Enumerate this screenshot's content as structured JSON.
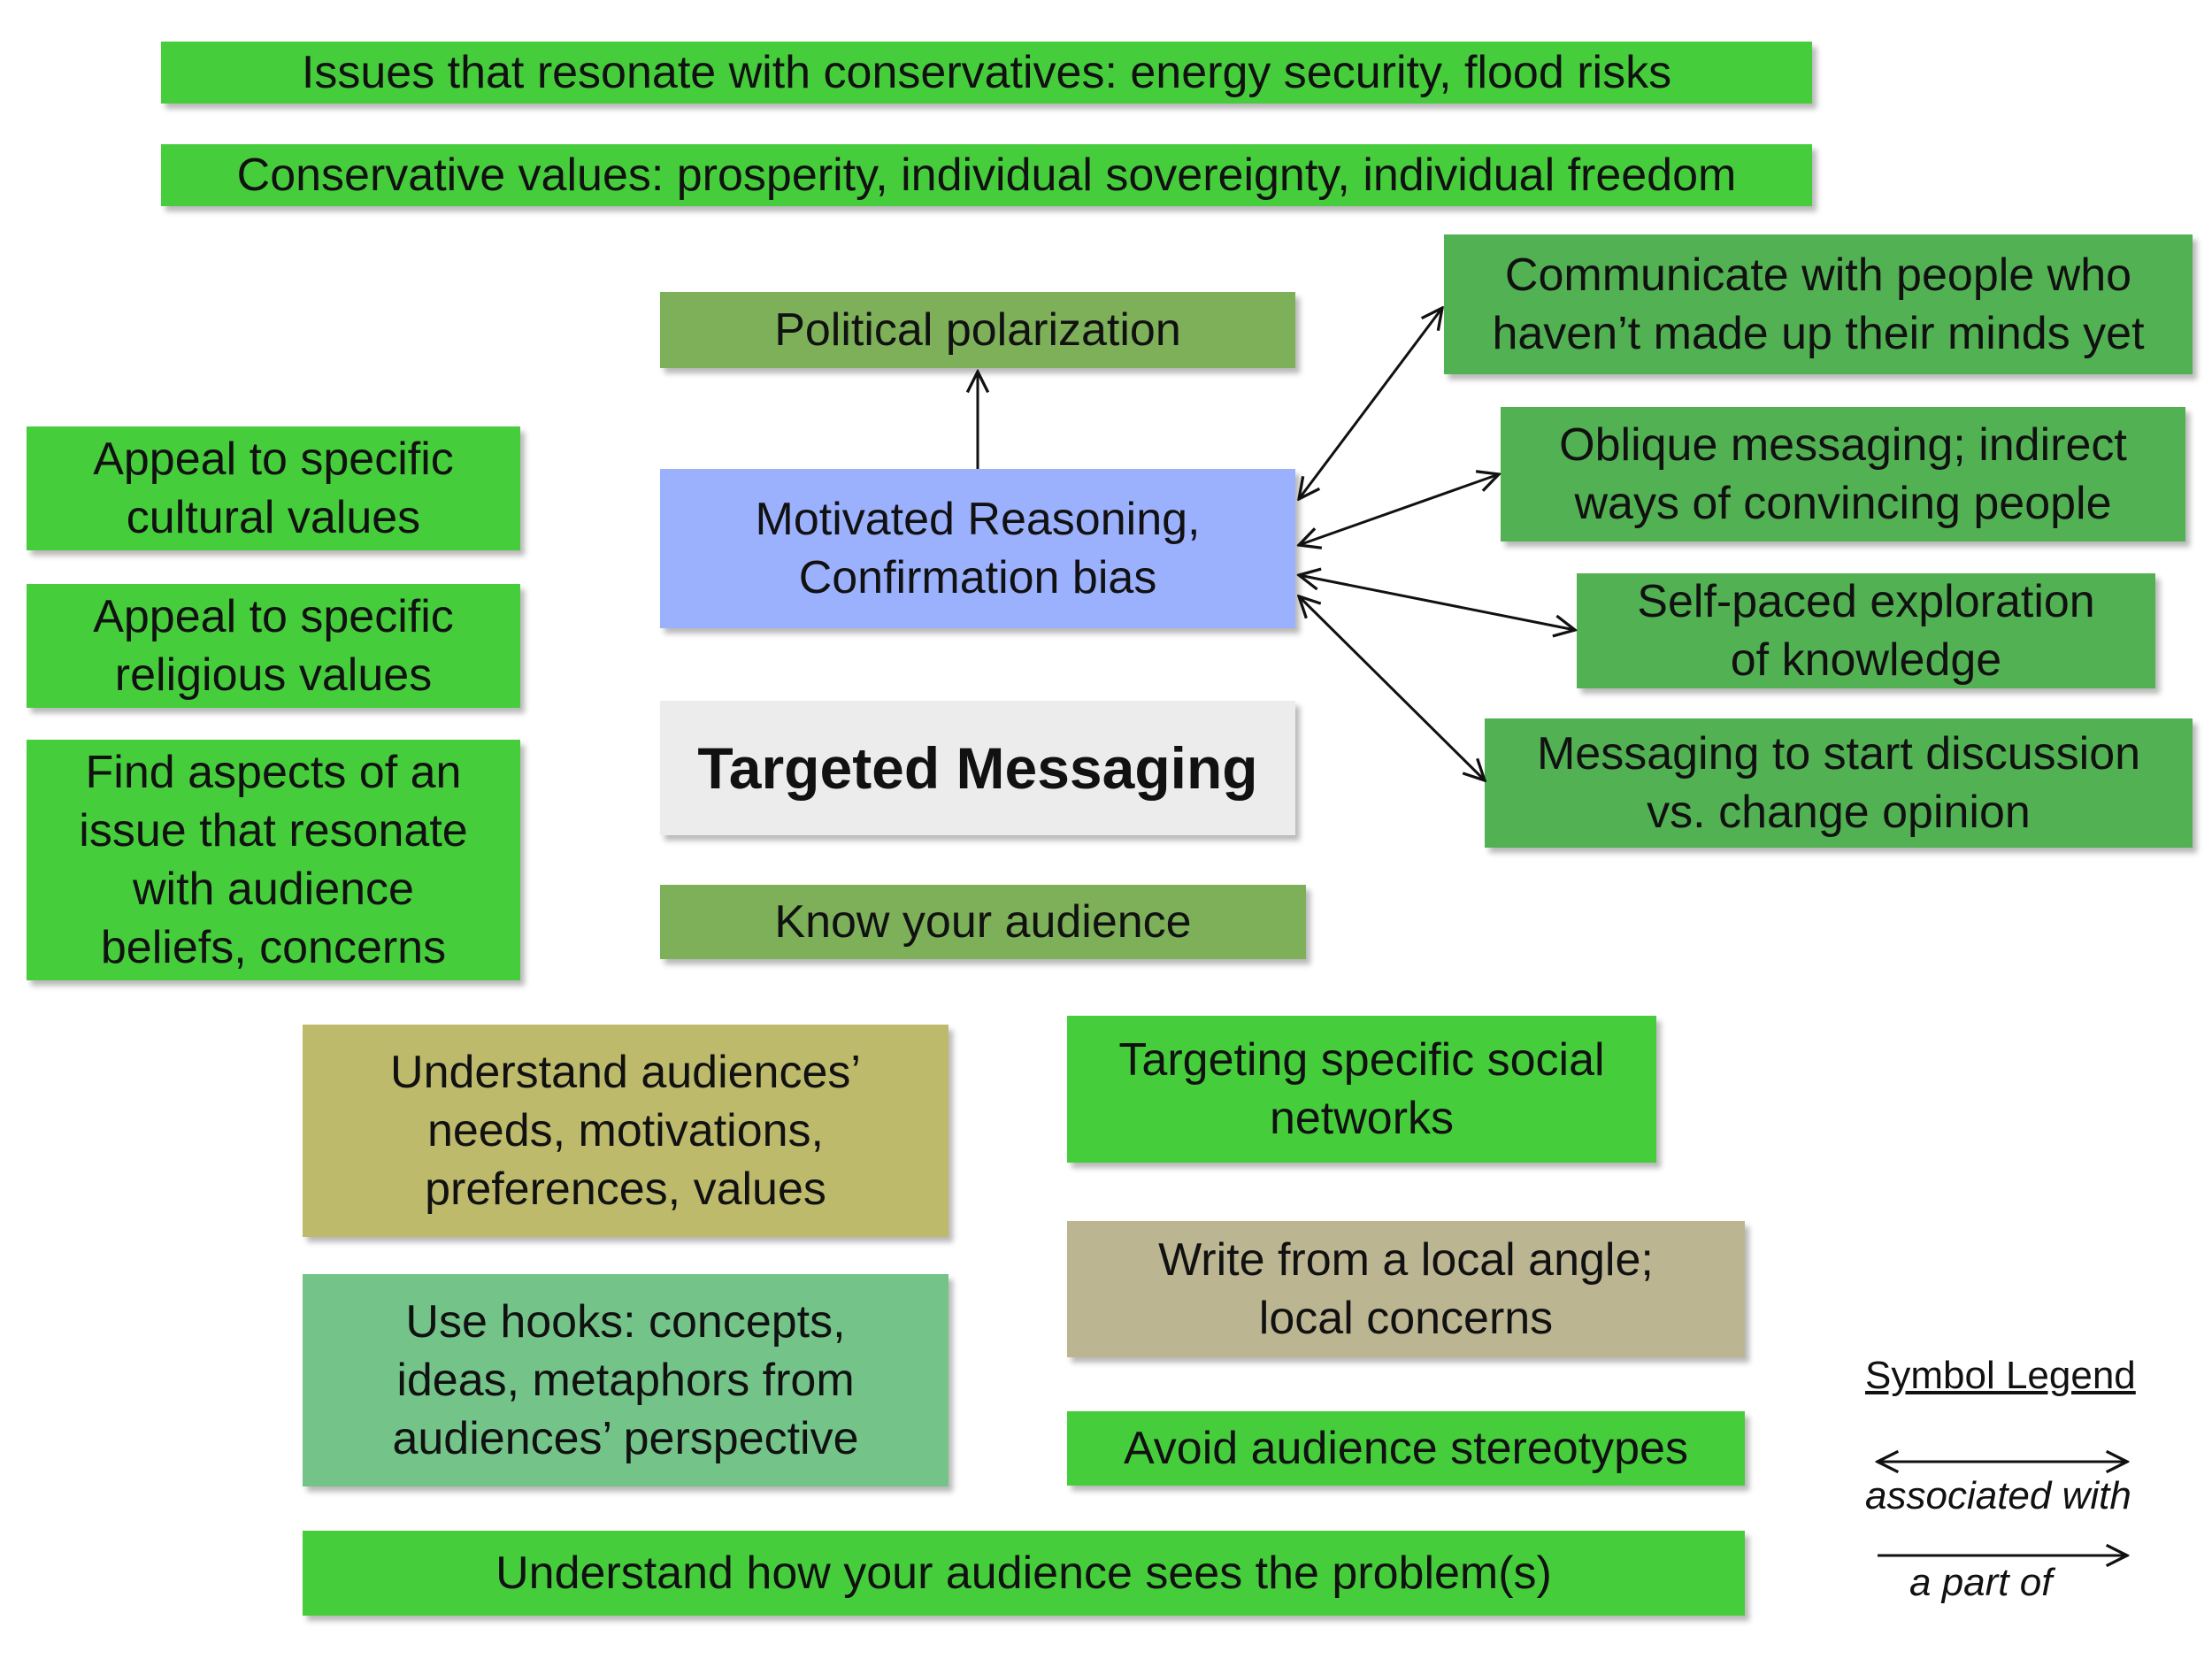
{
  "boxes": {
    "issues_conservatives": "Issues that resonate with conservatives: energy security, flood risks",
    "conservative_values": "Conservative values: prosperity, individual sovereignty, individual freedom",
    "political_polarization": "Political polarization",
    "motivated_reasoning": "Motivated Reasoning,\nConfirmation bias",
    "targeted_messaging": "Targeted Messaging",
    "know_audience": "Know your audience",
    "communicate_undecided": "Communicate with people who\nhaven’t made up their minds yet",
    "oblique_messaging": "Oblique messaging; indirect\nways of convincing people",
    "self_paced": "Self-paced exploration\nof knowledge",
    "start_discussion": "Messaging to start discussion\nvs. change opinion",
    "cultural_values": "Appeal to specific\ncultural values",
    "religious_values": "Appeal to specific\nreligious values",
    "find_aspects": "Find aspects of an\nissue that resonate\nwith audience\nbeliefs, concerns",
    "understand_needs": "Understand audiences’\nneeds, motivations,\npreferences, values",
    "social_networks": "Targeting specific social\nnetworks",
    "local_angle": "Write from a local angle;\nlocal concerns",
    "use_hooks": "Use hooks: concepts,\nideas, metaphors from\naudiences’ perspective",
    "avoid_stereotypes": "Avoid audience stereotypes",
    "understand_problem": "Understand how your audience sees the problem(s)"
  },
  "legend": {
    "title": "Symbol Legend",
    "associated_with": "associated with",
    "part_of": "a part of"
  },
  "colors": {
    "bright_green": "#46cd3c",
    "medium_green": "#52b152",
    "olive_green": "#7db059",
    "periwinkle": "#9bb1fd",
    "light_grey": "#ececec",
    "khaki": "#bdba6b",
    "tan": "#bcb591",
    "teal_green": "#74c48a"
  }
}
